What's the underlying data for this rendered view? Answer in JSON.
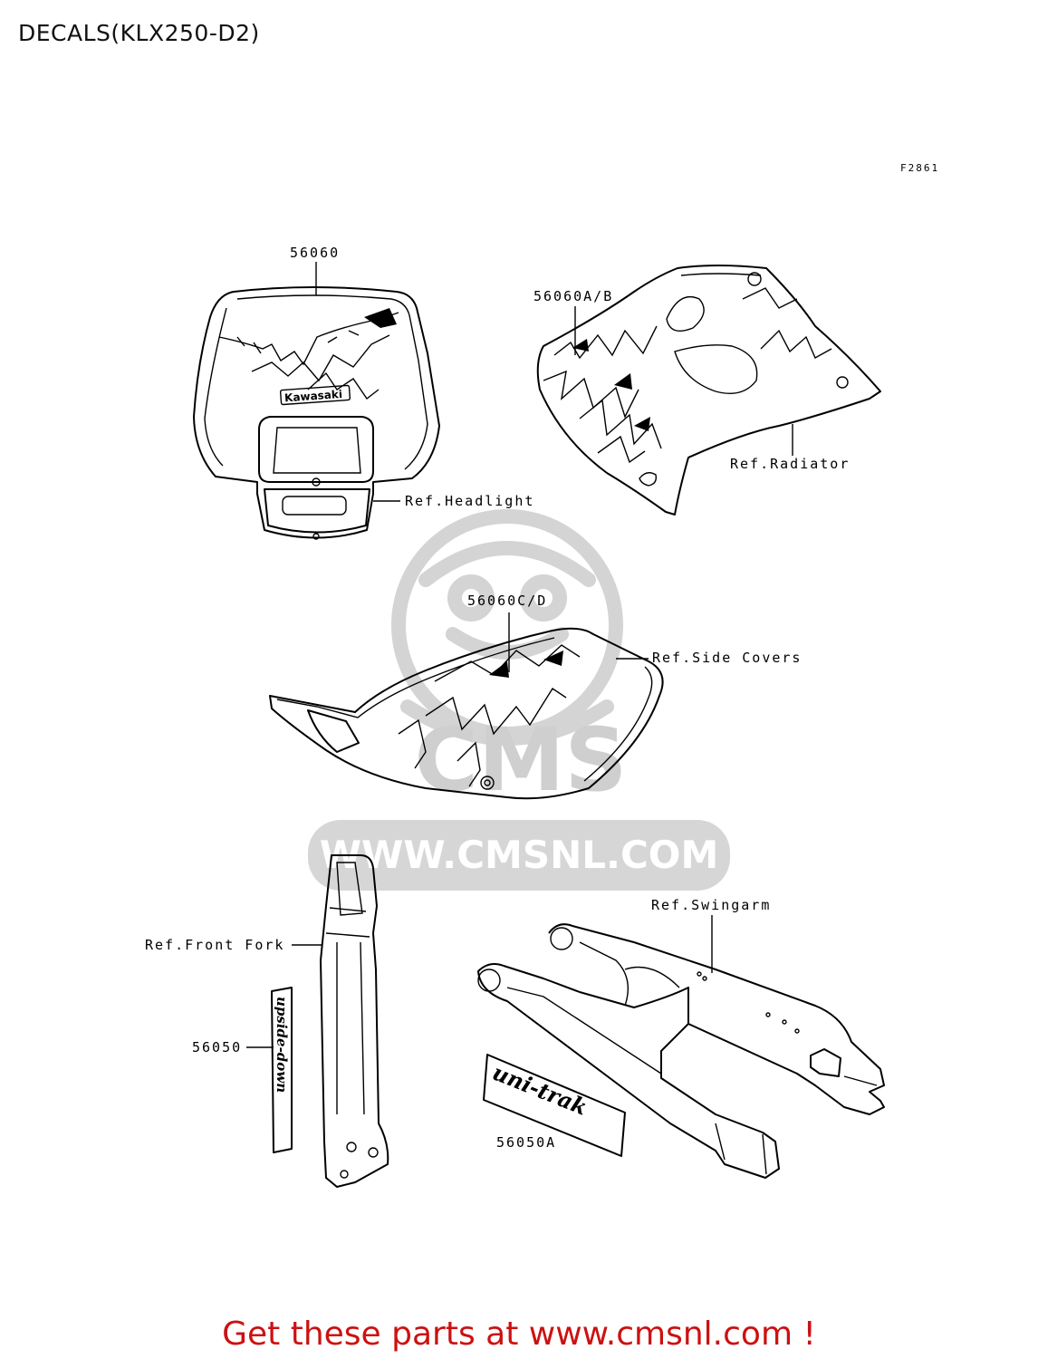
{
  "header": {
    "title": "DECALS(KLX250-D2)"
  },
  "figure_code": "F2861",
  "watermark": {
    "brand": "CMS",
    "url": "WWW.CMSNL.COM"
  },
  "parts": [
    {
      "id": "p1",
      "label": "56060"
    },
    {
      "id": "p2",
      "label": "56060A/B"
    },
    {
      "id": "p3",
      "label": "56060C/D"
    },
    {
      "id": "p4",
      "label": "56050"
    },
    {
      "id": "p5",
      "label": "56050A"
    }
  ],
  "references": [
    {
      "id": "r1",
      "label": "Ref.Headlight"
    },
    {
      "id": "r2",
      "label": "Ref.Radiator"
    },
    {
      "id": "r3",
      "label": "Ref.Side Covers"
    },
    {
      "id": "r4",
      "label": "Ref.Front Fork"
    },
    {
      "id": "r5",
      "label": "Ref.Swingarm"
    }
  ],
  "decal_text": {
    "headlight_brand": "Kawasaki",
    "fork_decal": "upside-down",
    "swingarm_decal": "uni-trak"
  },
  "footer": {
    "text": "Get these parts at www.cmsnl.com !"
  }
}
